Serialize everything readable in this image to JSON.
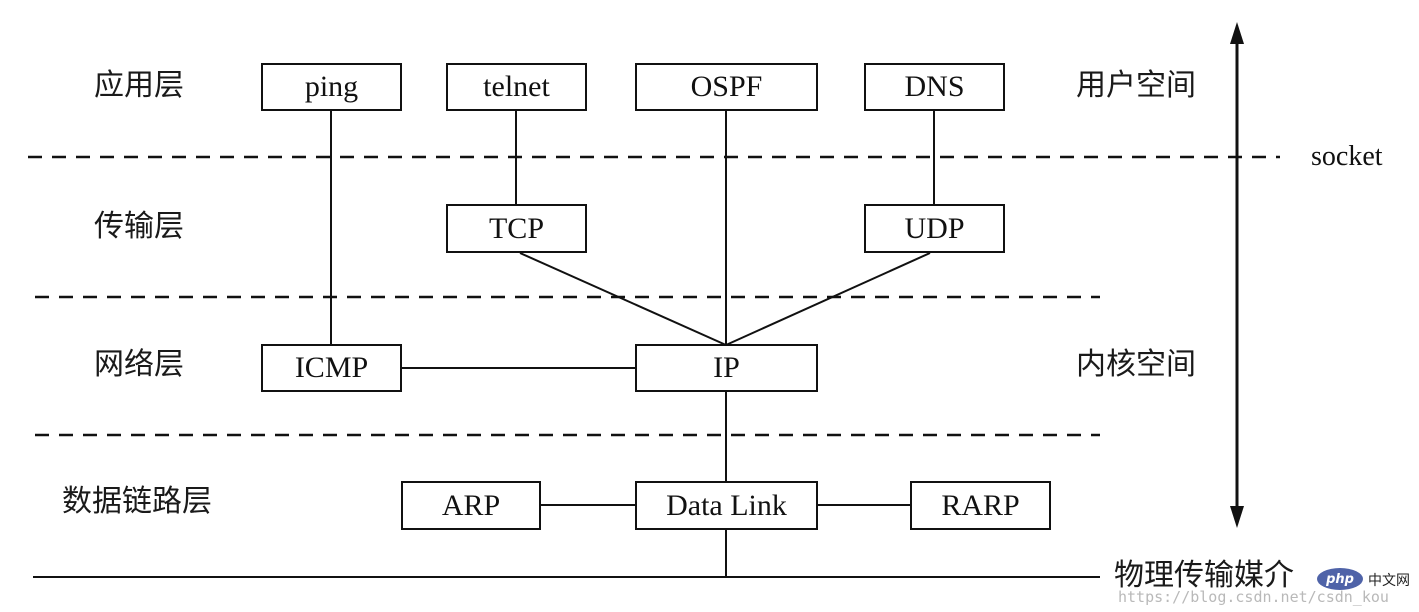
{
  "layers": {
    "application": "应用层",
    "transport": "传输层",
    "network": "网络层",
    "datalink": "数据链路层"
  },
  "spaces": {
    "user": "用户空间",
    "kernel": "内核空间"
  },
  "socket_label": "socket",
  "physical_medium": "物理传输媒介",
  "nodes": {
    "ping": "ping",
    "telnet": "telnet",
    "ospf": "OSPF",
    "dns": "DNS",
    "tcp": "TCP",
    "udp": "UDP",
    "icmp": "ICMP",
    "ip": "IP",
    "arp": "ARP",
    "datalink": "Data Link",
    "rarp": "RARP"
  },
  "edges": [
    [
      "ping",
      "icmp"
    ],
    [
      "telnet",
      "tcp"
    ],
    [
      "ospf",
      "ip"
    ],
    [
      "dns",
      "udp"
    ],
    [
      "tcp",
      "ip"
    ],
    [
      "udp",
      "ip"
    ],
    [
      "icmp",
      "ip"
    ],
    [
      "ip",
      "datalink"
    ],
    [
      "arp",
      "datalink"
    ],
    [
      "datalink",
      "rarp"
    ],
    [
      "datalink",
      "physical_medium"
    ]
  ],
  "watermark": {
    "url": "https://blog.csdn.net/csdn_kou",
    "logo_text": "php",
    "site_text": "中文网"
  }
}
